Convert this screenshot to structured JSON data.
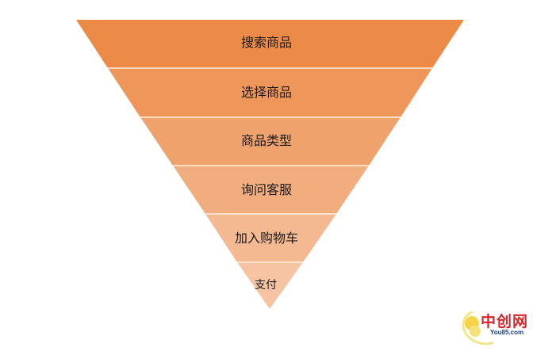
{
  "diagram": {
    "type": "inverted-funnel",
    "stages": [
      {
        "label": "搜索商品",
        "color": "#ec8b48"
      },
      {
        "label": "选择商品",
        "color": "#ef965a"
      },
      {
        "label": "商品类型",
        "color": "#f0a26c"
      },
      {
        "label": "询问客服",
        "color": "#f2ad7e"
      },
      {
        "label": "加入购物车",
        "color": "#f4b990"
      },
      {
        "label": "支付",
        "color": "#f6c4a2"
      }
    ],
    "separator_color": "#fdf1de"
  },
  "watermark": {
    "title": "中创网",
    "subtitle": "You85.com"
  }
}
